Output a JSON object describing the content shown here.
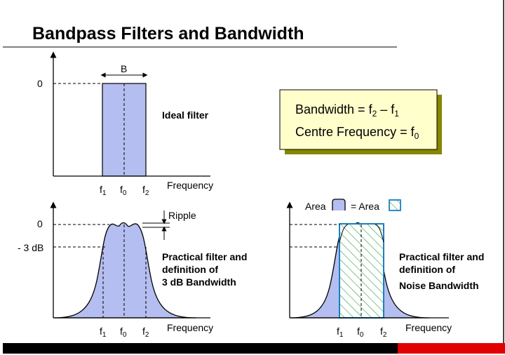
{
  "slide": {
    "title": "Bandpass Filters and Bandwidth",
    "colors": {
      "passband_fill": "#b4bef0",
      "box_fill": "#ffffcc",
      "box_shadow": "#868600",
      "noise_rect": "#1a7fc0",
      "hatch": "#2aa040",
      "footer_black": "#000000",
      "footer_red": "#e00000"
    }
  },
  "ideal": {
    "zero_label": "0",
    "bandwidth_label": "B",
    "caption": "Ideal filter",
    "f1_main": "f",
    "f1_sub": "1",
    "f0_main": "f",
    "f0_sub": "0",
    "f2_main": "f",
    "f2_sub": "2",
    "xaxis_label": "Frequency"
  },
  "info_box": {
    "bw_prefix": "Bandwidth = f",
    "bw_sub_a": "2",
    "bw_mid": " – f",
    "bw_sub_b": "1",
    "cf_prefix": "Centre Frequency = f",
    "cf_sub": "0"
  },
  "practical": {
    "zero_label": "0",
    "minus3_label": "- 3 dB",
    "ripple_label": "Ripple",
    "caption_line1": "Practical filter and",
    "caption_line2": "definition of",
    "caption_line3": "3 dB Bandwidth",
    "f1_main": "f",
    "f1_sub": "1",
    "f0_main": "f",
    "f0_sub": "0",
    "f2_main": "f",
    "f2_sub": "2",
    "xaxis_label": "Frequency"
  },
  "noise": {
    "area_label_a": "Area",
    "area_label_b": "= Area",
    "caption_line1": "Practical filter and",
    "caption_line2": "definition of",
    "caption_line3": "Noise Bandwidth",
    "f1_main": "f",
    "f1_sub": "1",
    "f0_main": "f",
    "f0_sub": "0",
    "f2_main": "f",
    "f2_sub": "2",
    "xaxis_label": "Frequency"
  }
}
